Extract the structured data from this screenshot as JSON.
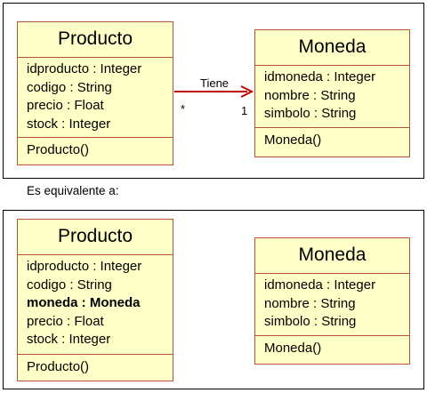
{
  "diagram_top": {
    "producto": {
      "name": "Producto",
      "attributes": [
        {
          "text": "idproducto : Integer",
          "bold": false
        },
        {
          "text": "codigo : String",
          "bold": false
        },
        {
          "text": "precio : Float",
          "bold": false
        },
        {
          "text": "stock : Integer",
          "bold": false
        }
      ],
      "operations": [
        "Producto()"
      ]
    },
    "moneda": {
      "name": "Moneda",
      "attributes": [
        {
          "text": "idmoneda : Integer",
          "bold": false
        },
        {
          "text": "nombre : String",
          "bold": false
        },
        {
          "text": "simbolo : String",
          "bold": false
        }
      ],
      "operations": [
        "Moneda()"
      ]
    },
    "association": {
      "label": "Tiene",
      "source_multiplicity": "*",
      "target_multiplicity": "1",
      "color": "#c00000"
    }
  },
  "equivalence_caption": "Es equivalente a:",
  "diagram_bottom": {
    "producto": {
      "name": "Producto",
      "attributes": [
        {
          "text": "idproducto : Integer",
          "bold": false
        },
        {
          "text": "codigo : String",
          "bold": false
        },
        {
          "text": "moneda : Moneda",
          "bold": true
        },
        {
          "text": "precio : Float",
          "bold": false
        },
        {
          "text": "stock : Integer",
          "bold": false
        }
      ],
      "operations": [
        "Producto()"
      ]
    },
    "moneda": {
      "name": "Moneda",
      "attributes": [
        {
          "text": "idmoneda : Integer",
          "bold": false
        },
        {
          "text": "nombre : String",
          "bold": false
        },
        {
          "text": "simbolo : String",
          "bold": false
        }
      ],
      "operations": [
        "Moneda()"
      ]
    }
  },
  "colors": {
    "class_fill": "#ffffc8",
    "class_border": "#b5503a",
    "arrow": "#c00000"
  }
}
